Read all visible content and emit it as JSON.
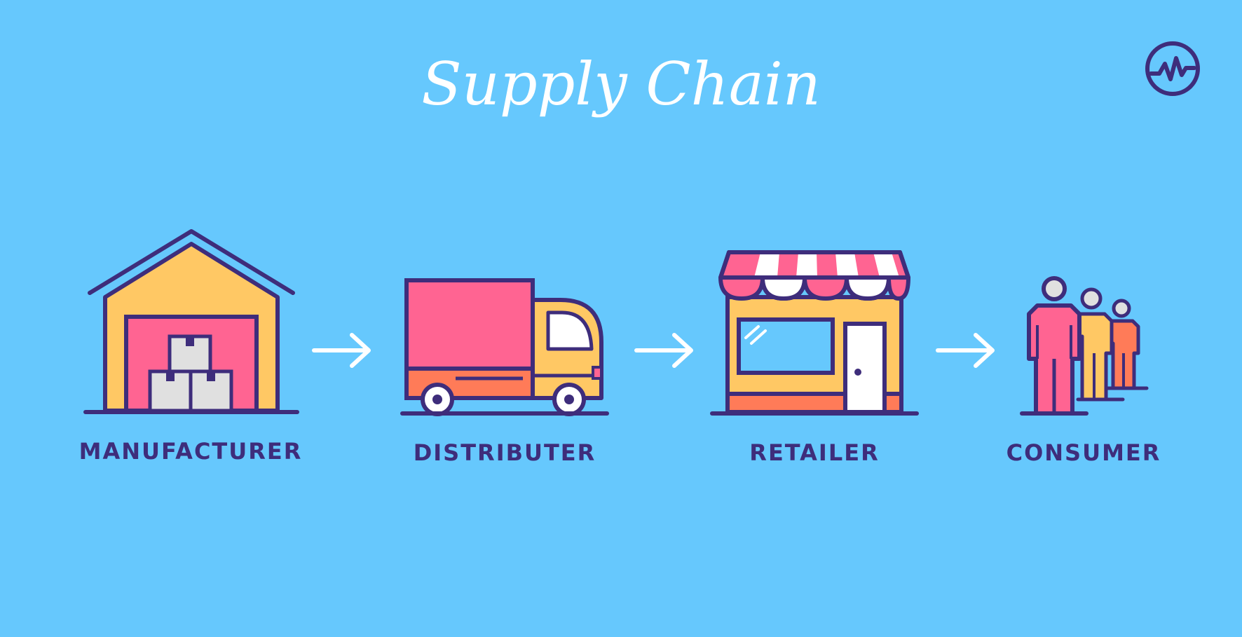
{
  "title": "Supply Chain",
  "logo": {
    "icon": "pulse-wave-icon",
    "color": "#3e2d7b"
  },
  "colors": {
    "background": "#66c8fd",
    "outline": "#3e2d7b",
    "yellow": "#ffc864",
    "pink": "#ff6492",
    "orange": "#ff7b58",
    "white": "#ffffff",
    "box_gray": "#e0e0e0"
  },
  "stages": [
    {
      "label": "MANUFACTURER",
      "icon": "warehouse-icon"
    },
    {
      "label": "DISTRIBUTER",
      "icon": "delivery-truck-icon"
    },
    {
      "label": "RETAILER",
      "icon": "storefront-icon"
    },
    {
      "label": "CONSUMER",
      "icon": "people-icon"
    }
  ],
  "arrows": [
    {
      "icon": "arrow-right-icon"
    },
    {
      "icon": "arrow-right-icon"
    },
    {
      "icon": "arrow-right-icon"
    }
  ]
}
